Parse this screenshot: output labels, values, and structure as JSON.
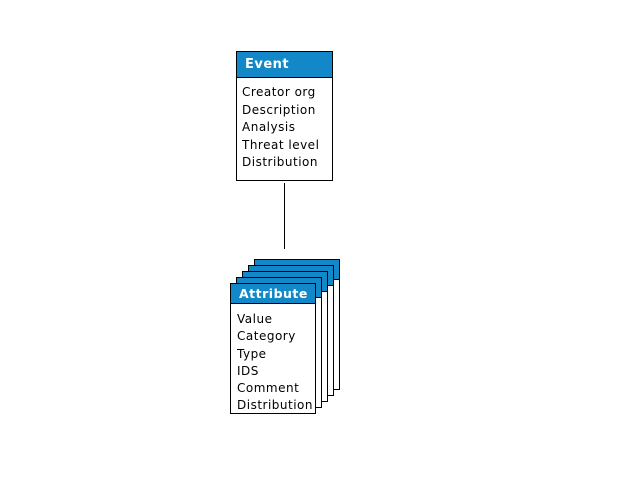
{
  "diagram": {
    "colors": {
      "header_blue": "#1288c9",
      "border_black": "#000000",
      "body_white": "#ffffff",
      "header_text_white": "#ffffff",
      "field_text_black": "#000000"
    },
    "event_box": {
      "title": "Event",
      "fields": [
        "Creator org",
        "Description",
        "Analysis",
        "Threat level",
        "Distribution"
      ]
    },
    "connector": {
      "type": "vertical-line",
      "from": "Event",
      "to": "Attribute"
    },
    "attribute_box": {
      "title": "Attribute",
      "fields": [
        "Value",
        "Category",
        "Type",
        "IDS",
        "Comment",
        "Distribution"
      ],
      "stacked_cards": 5
    }
  }
}
